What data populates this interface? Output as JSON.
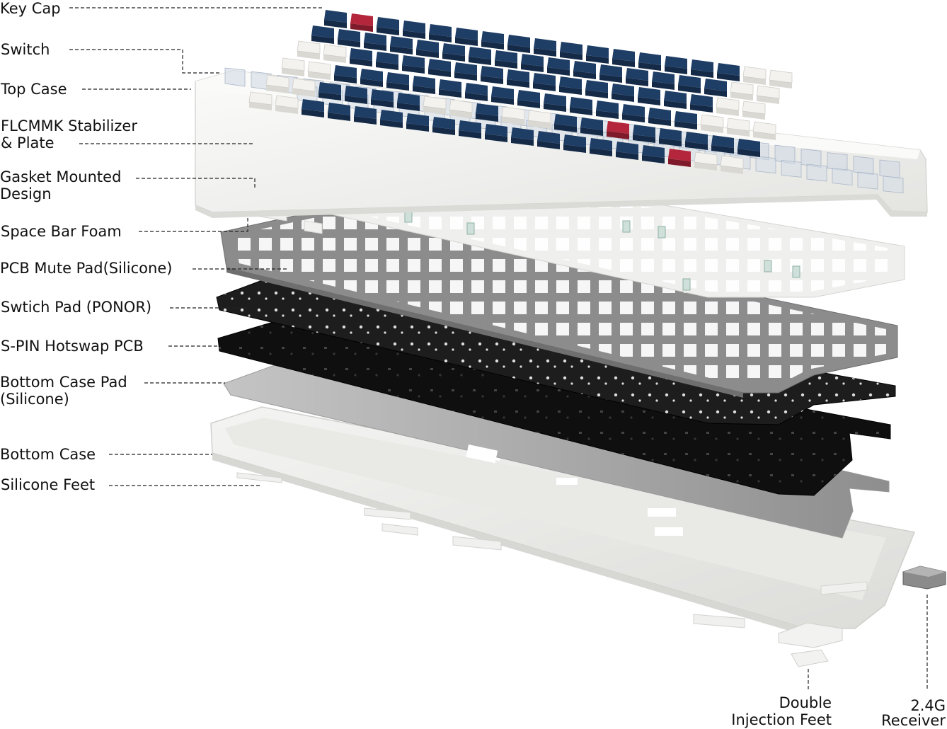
{
  "labels": {
    "key_cap": "Key Cap",
    "switch": "Switch",
    "top_case": "Top Case",
    "stabilizer_plate_1": "FLCMMK Stabilizer",
    "stabilizer_plate_2": "& Plate",
    "gasket_1": "Gasket Mounted",
    "gasket_2": "Design",
    "space_bar_foam": "Space Bar Foam",
    "pcb_mute_pad": "PCB Mute Pad(Silicone)",
    "switch_pad": "Swtich Pad (PONOR)",
    "hotswap_pcb": "S-PIN Hotswap PCB",
    "bottom_case_pad_1": "Bottom Case Pad",
    "bottom_case_pad_2": "(Silicone)",
    "bottom_case": "Bottom Case",
    "silicone_feet": "Silicone Feet",
    "double_injection_1": "Double",
    "double_injection_2": "Injection Feet",
    "receiver_1": "2.4G",
    "receiver_2": "Receiver"
  },
  "colors": {
    "keycap_blue": "#1f3e66",
    "keycap_red": "#b3263b",
    "keycap_white": "#f3f2ee",
    "case_white": "#f5f5f3",
    "plate_white": "#eeeeec",
    "mute_pad_gray": "#8f8f8f",
    "switch_pad_black": "#1c1c1c",
    "pcb_black": "#0e0e0e",
    "bottom_pad_gray": "#a9a9a9",
    "leader_line": "#222222"
  }
}
